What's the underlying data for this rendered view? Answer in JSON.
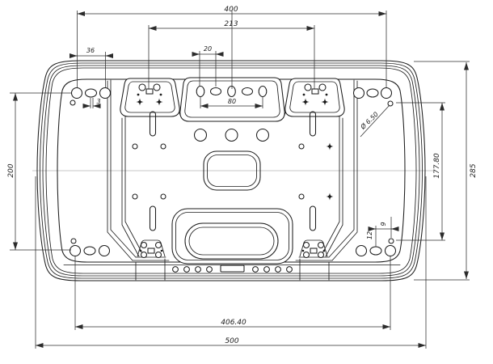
{
  "dimensions": {
    "top_width_outer": "400",
    "top_width_inner": "213",
    "pad_hole_pitch": "36",
    "recess_hole_pitch": "20",
    "recess_span": "80",
    "oval_offset": "3",
    "left_height": "200",
    "hole_diameter": "Ø 6.50",
    "right_height_inner": "177.80",
    "right_height_outer": "285",
    "bottom_width_inner": "406.40",
    "bottom_width_outer": "500",
    "corner_offset_vertical": "12",
    "corner_offset_horizontal": "9"
  }
}
